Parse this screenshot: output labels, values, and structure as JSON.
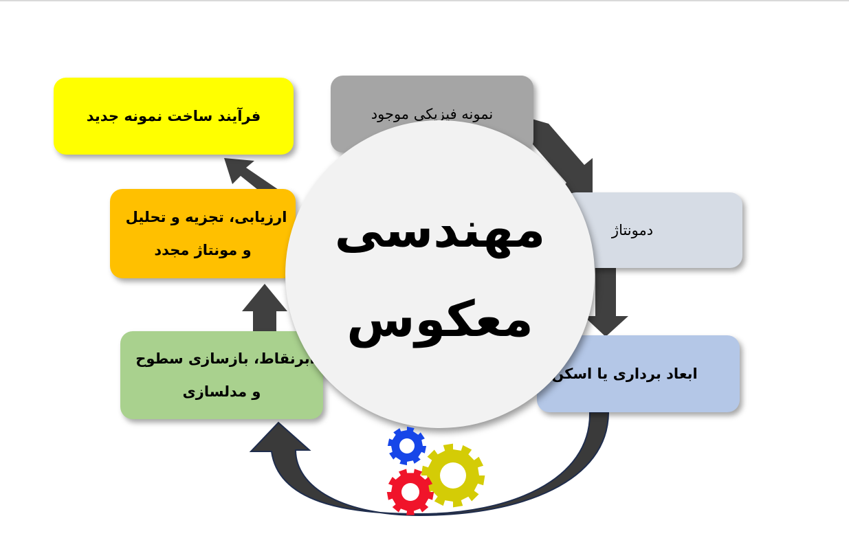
{
  "center": {
    "line1": "مهندسی",
    "line2": "معکوس"
  },
  "steps": [
    {
      "lines": [
        "نمونه فیزیکی موجود"
      ],
      "color": "#A5A5A5"
    },
    {
      "lines": [
        "دمونتاژ"
      ],
      "color": "#D6DCE5"
    },
    {
      "lines": [
        "ابعاد برداری یا اسکن"
      ],
      "color": "#B4C7E7"
    },
    {
      "lines": [
        "ابرنقاط، بازسازی سطوح",
        "و مدلسازی"
      ],
      "color": "#A9D18E"
    },
    {
      "lines": [
        "ارزیابی، تجزیه و تحلیل",
        "و مونتاژ مجدد"
      ],
      "color": "#FFC000"
    },
    {
      "lines": [
        "فرآیند ساخت نمونه جدید"
      ],
      "color": "#FFFF00"
    }
  ],
  "gears": {
    "blue": "#1746E8",
    "yellow": "#D4CC06",
    "red": "#F0142A"
  }
}
